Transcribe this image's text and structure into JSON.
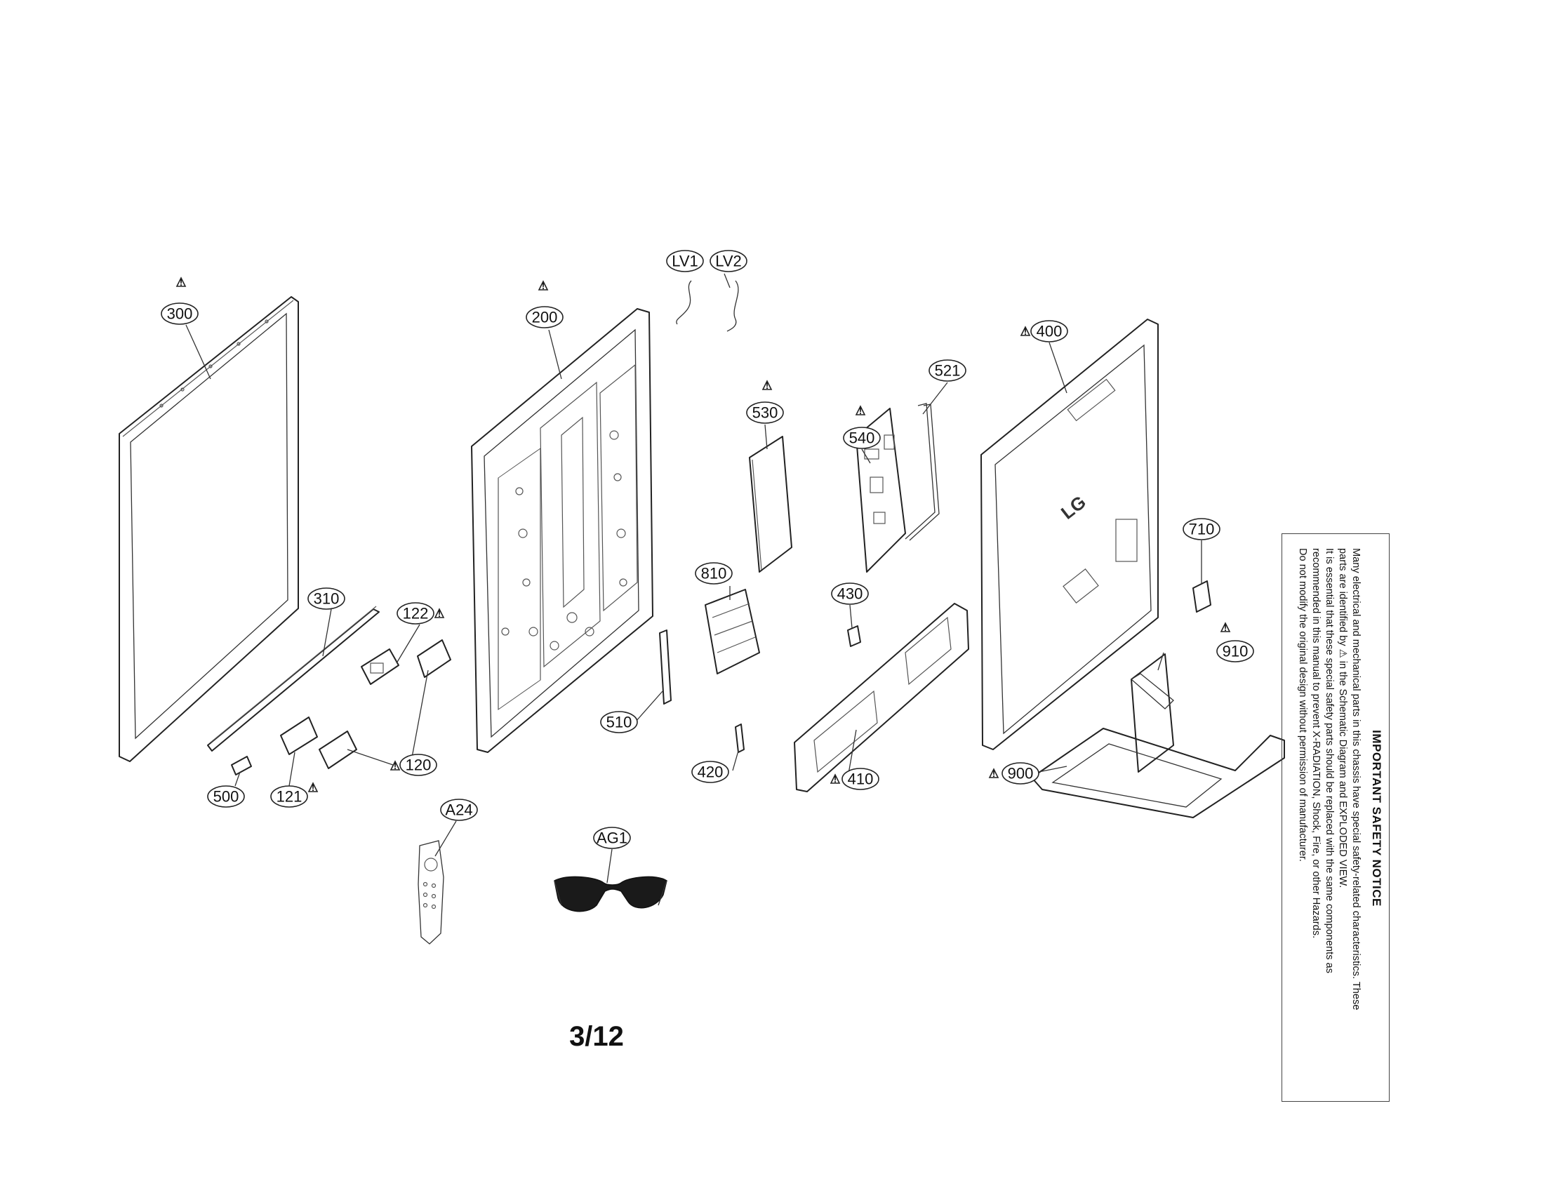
{
  "diagram": {
    "parts": {
      "p300": "300",
      "p200": "200",
      "pLV1": "LV1",
      "pLV2": "LV2",
      "p400": "400",
      "p521": "521",
      "p530": "530",
      "p540": "540",
      "p710": "710",
      "p310": "310",
      "p122": "122",
      "p120": "120",
      "p121": "121",
      "p500": "500",
      "p510": "510",
      "p810": "810",
      "p420": "420",
      "p430": "430",
      "p410": "410",
      "p900": "900",
      "p910": "910",
      "pA24": "A24",
      "pAG1": "AG1"
    },
    "warning_symbol": "!",
    "logo_text": "LG"
  },
  "page_number": "3/12",
  "safety_notice": {
    "title": "IMPORTANT SAFETY NOTICE",
    "lines": [
      "Many electrical and mechanical parts in this chassis have special safety-related characteristics. These",
      "parts are identified by ⚠ in the Schematic Diagram and EXPLODED VIEW.",
      "It is essential that these special safety parts should be replaced with the same components as",
      "recommended in this manual to prevent X-RADIATION, Shock, Fire, or other Hazards.",
      "Do not modify the original design without permission of manufacturer."
    ]
  }
}
